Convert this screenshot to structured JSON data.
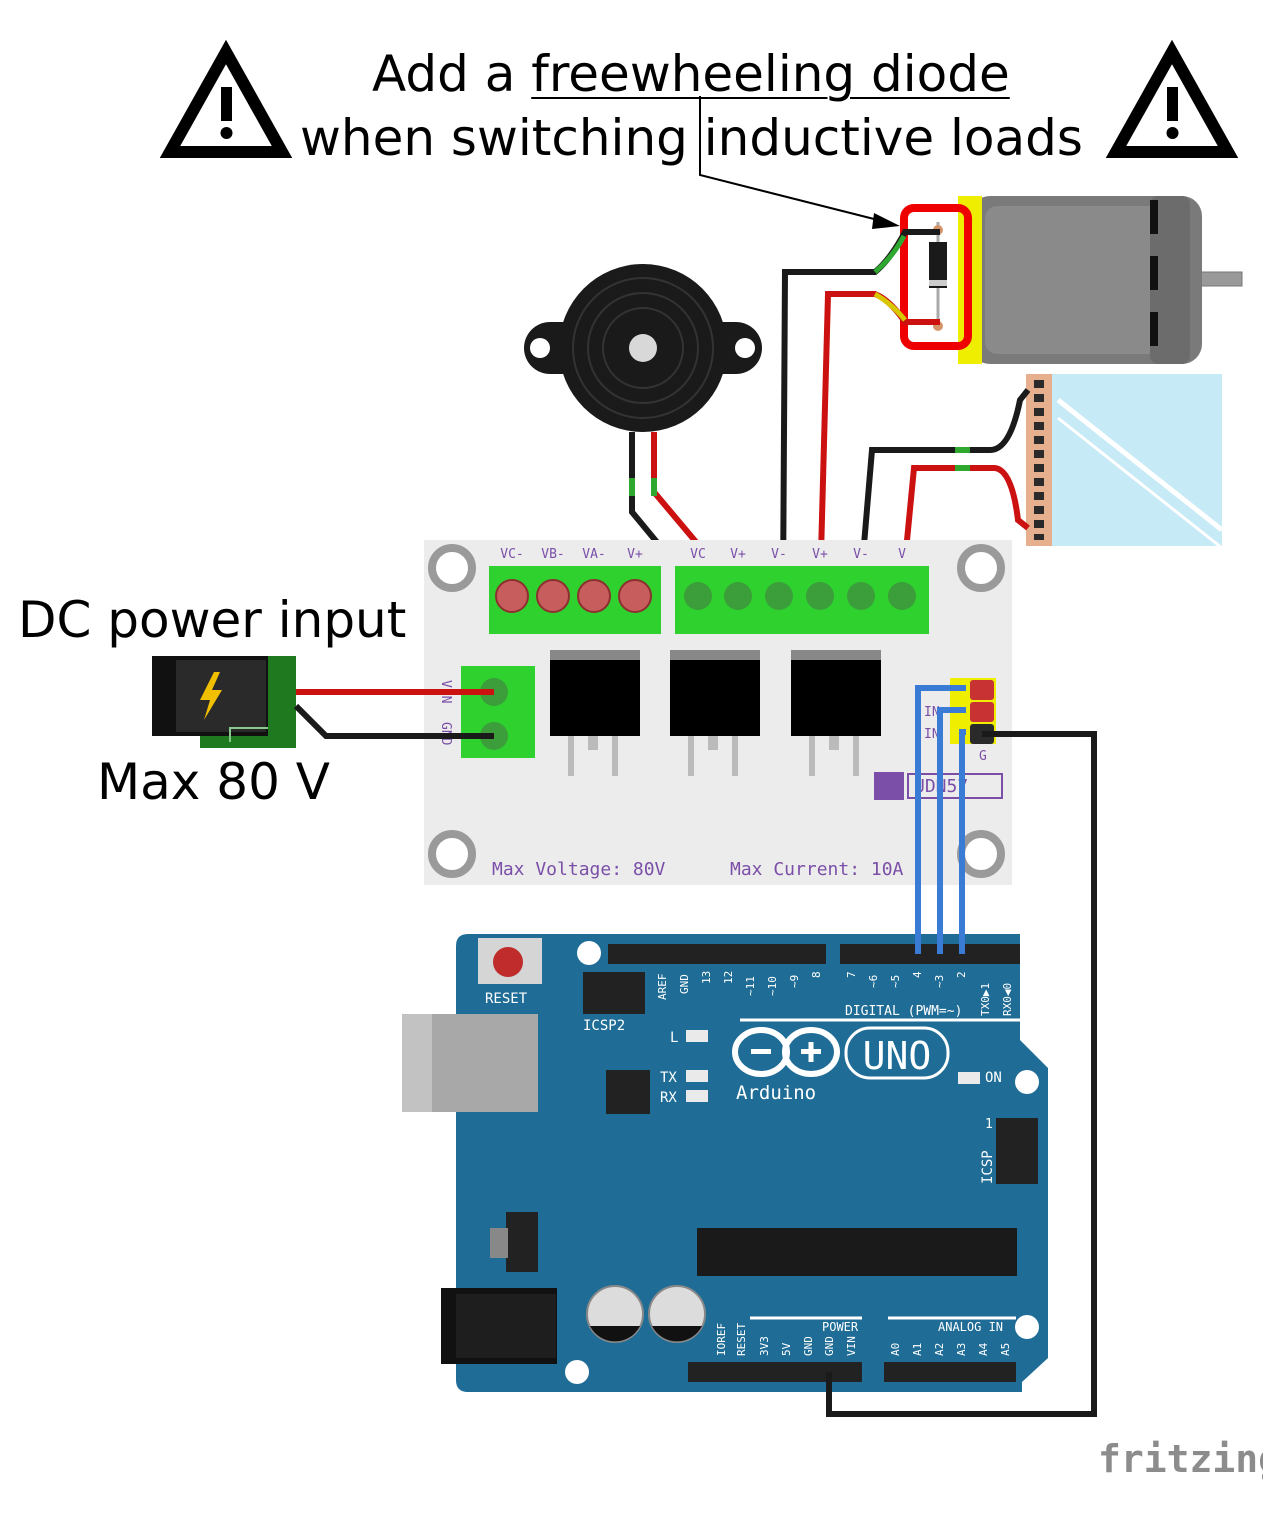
{
  "heading": {
    "line1_prefix": "Add a ",
    "line1_link": "freewheeling diode",
    "line2": "when switching inductive loads"
  },
  "power_input": {
    "label": "DC power input",
    "rating": "Max 80 V"
  },
  "driver_board": {
    "terminal_labels_left": [
      "VC-",
      "VB-",
      "VA-",
      "V+"
    ],
    "terminal_labels_right": [
      "VC",
      "V+",
      "V-",
      "V+",
      "V-",
      "V"
    ],
    "input_labels": [
      "VIN",
      "GND"
    ],
    "header_labels": [
      "IN",
      "IN",
      "G"
    ],
    "model": "UDN57",
    "max_voltage": "Max Voltage: 80V",
    "max_current": "Max Current: 10A"
  },
  "arduino": {
    "reset_label": "RESET",
    "icsp2_label": "ICSP2",
    "icsp_label": "ICSP",
    "icsp_pin": "1",
    "digital_label": "DIGITAL (PWM=~)",
    "brand": "Arduino",
    "model": "UNO",
    "led_l": "L",
    "led_tx": "TX",
    "led_rx": "RX",
    "led_on": "ON",
    "power_label": "POWER",
    "analog_label": "ANALOG IN",
    "digital_pins": [
      "AREF",
      "GND",
      "13",
      "12",
      "~11",
      "~10",
      "~9",
      "8",
      "7",
      "~6",
      "~5",
      "4",
      "~3",
      "2",
      "TX0▶1",
      "RX0◀0"
    ],
    "power_pins": [
      "IOREF",
      "RESET",
      "3V3",
      "5V",
      "GND",
      "GND",
      "VIN"
    ],
    "analog_pins": [
      "A0",
      "A1",
      "A2",
      "A3",
      "A4",
      "A5"
    ]
  },
  "watermark": "fritzing",
  "colors": {
    "wire_red": "#cc1111",
    "wire_black": "#1a1a1a",
    "wire_blue": "#3a7bd5",
    "terminal_green": "#2ed12e",
    "arduino_blue": "#1f6d97",
    "highlight_red": "#ee0000"
  }
}
